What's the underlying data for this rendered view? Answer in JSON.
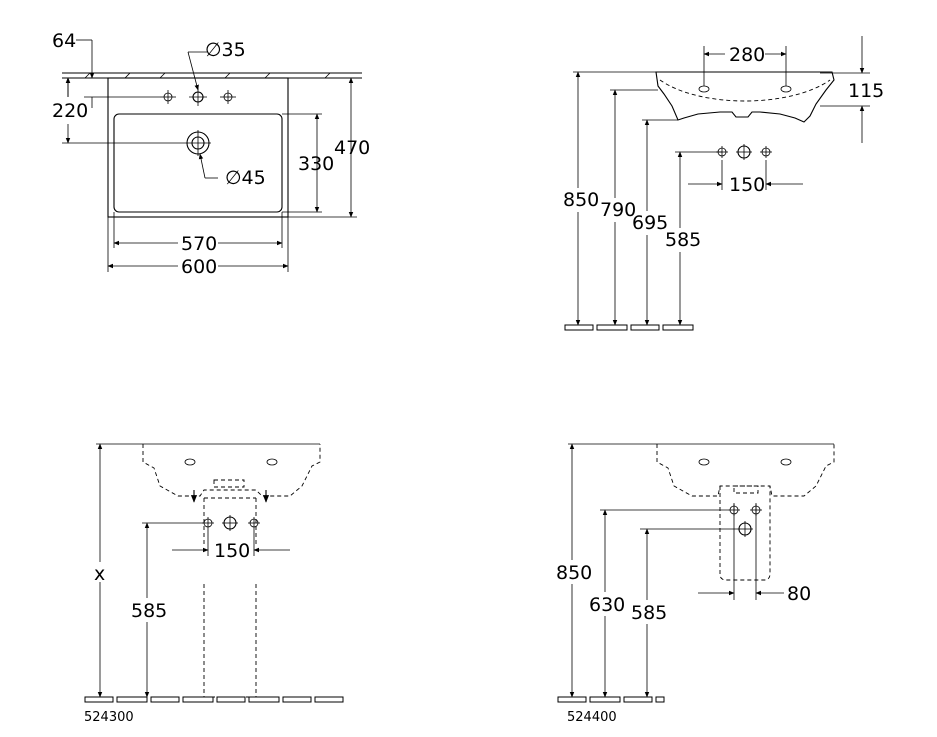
{
  "top_view": {
    "dim_64": "64",
    "dim_220": "220",
    "dim_d35": "∅35",
    "dim_d45": "∅45",
    "dim_330": "330",
    "dim_470": "470",
    "dim_570": "570",
    "dim_600": "600"
  },
  "side_view": {
    "dim_280": "280",
    "dim_115": "115",
    "dim_850": "850",
    "dim_790": "790",
    "dim_695": "695",
    "dim_585": "585",
    "dim_150": "150"
  },
  "pedestal_view": {
    "dim_x": "x",
    "dim_585": "585",
    "dim_150": "150",
    "code": "524300"
  },
  "semi_pedestal_view": {
    "dim_850": "850",
    "dim_630": "630",
    "dim_585": "585",
    "dim_80": "80",
    "code": "524400"
  }
}
